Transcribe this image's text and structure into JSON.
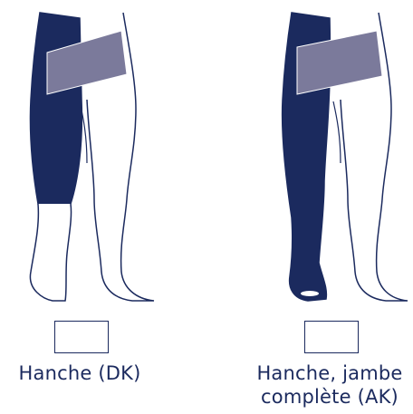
{
  "options": [
    {
      "id": "hip-dk",
      "caption_lines": [
        "Hanche (DK)"
      ],
      "checked": false
    },
    {
      "id": "hip-full-leg-ak",
      "caption_lines": [
        "Hanche, jambe",
        "complète (AK)"
      ],
      "checked": false
    }
  ],
  "colors": {
    "garment": "#1b2a5e",
    "waistband": "#7b7a9b",
    "outline": "#1b2a5e",
    "text": "#1b2a5e"
  }
}
